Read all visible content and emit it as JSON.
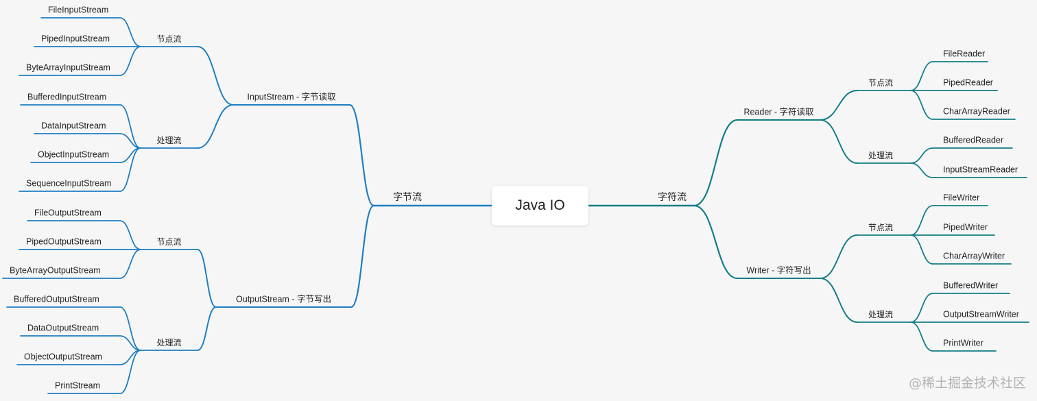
{
  "root": {
    "title": "Java IO"
  },
  "watermark": "@稀土掘金技术社区",
  "colors": {
    "left_branch": "#1e7ec2",
    "right_branch": "#127e86",
    "background": "#f6f6f6",
    "text": "#222222"
  },
  "tree": {
    "left": {
      "label": "字节流",
      "children": [
        {
          "label": "InputStream - 字节读取",
          "children": [
            {
              "label": "节点流",
              "children": [
                "FileInputStream",
                "PipedInputStream",
                "ByteArrayInputStream"
              ]
            },
            {
              "label": "处理流",
              "children": [
                "BufferedInputStream",
                "DataInputStream",
                "ObjectInputStream",
                "SequenceInputStream"
              ]
            }
          ]
        },
        {
          "label": "OutputStream - 字节写出",
          "children": [
            {
              "label": "节点流",
              "children": [
                "FileOutputStream",
                "PipedOutputStream",
                "ByteArrayOutputStream"
              ]
            },
            {
              "label": "处理流",
              "children": [
                "BufferedOutputStream",
                "DataOutputStream",
                "ObjectOutputStream",
                "PrintStream"
              ]
            }
          ]
        }
      ]
    },
    "right": {
      "label": "字符流",
      "children": [
        {
          "label": "Reader - 字符读取",
          "children": [
            {
              "label": "节点流",
              "children": [
                "FileReader",
                "PipedReader",
                "CharArrayReader"
              ]
            },
            {
              "label": "处理流",
              "children": [
                "BufferedReader",
                "InputStreamReader"
              ]
            }
          ]
        },
        {
          "label": "Writer - 字符写出",
          "children": [
            {
              "label": "节点流",
              "children": [
                "FileWriter",
                "PipedWriter",
                "CharArrayWriter"
              ]
            },
            {
              "label": "处理流",
              "children": [
                "BufferedWriter",
                "OutputStreamWriter",
                "PrintWriter"
              ]
            }
          ]
        }
      ]
    }
  }
}
